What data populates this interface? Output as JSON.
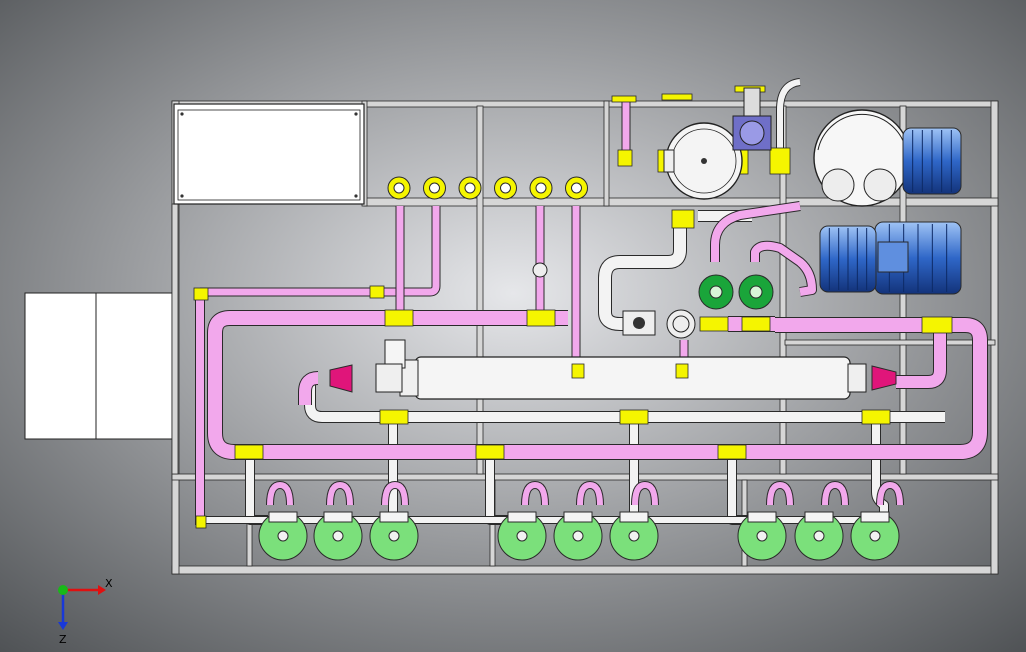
{
  "colors": {
    "bg_center": "#e6e7ea",
    "bg_edge": "#4e5154",
    "frame": "#d6d6d6",
    "frame_stroke": "#2a2a2a",
    "pipe_pink": "#f2a8ec",
    "pipe_white": "#f3f3f3",
    "fitting_yellow": "#f5f500",
    "pump_green": "#7be07b",
    "motor_blue": "#2f67c8",
    "valve_green": "#1aa53a",
    "reducer_magenta": "#e0157a",
    "valve_purple": "#7a7ad0",
    "axis_red": "#e01010",
    "axis_blue": "#1838d8",
    "axis_green": "#18b818"
  },
  "triad": {
    "x_label": "X",
    "z_label": "Z"
  },
  "components": {
    "flange_count": 6,
    "pump_count": 9,
    "motor_count": 2,
    "check_valve_count": 2
  }
}
